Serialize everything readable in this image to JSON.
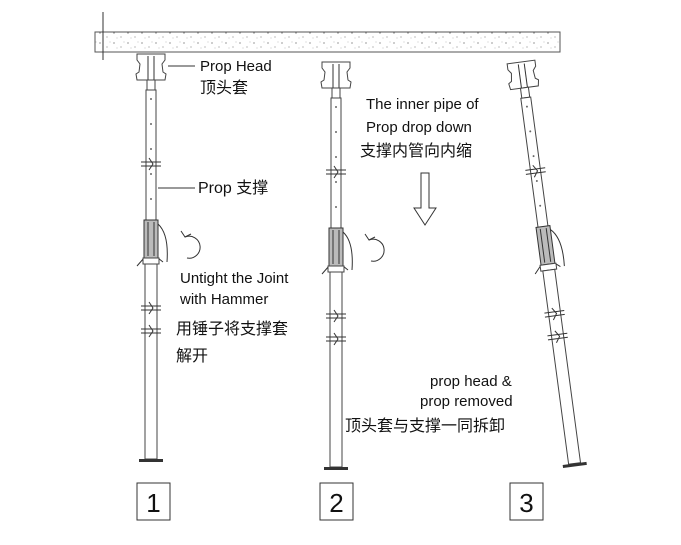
{
  "labels": {
    "prop_head_en": "Prop Head",
    "prop_head_cn": "顶头套",
    "prop_en": "Prop 支撑",
    "inner_pipe_1": "The inner pipe of",
    "inner_pipe_2": "Prop drop down",
    "inner_pipe_cn": "支撑内管向内缩",
    "untight_1": "Untight the Joint",
    "untight_2": "with Hammer",
    "untight_cn_1": "用锤子将支撑套",
    "untight_cn_2": "解开",
    "removed_1": "prop head &",
    "removed_2": "prop removed",
    "removed_cn": "顶头套与支撑一同拆卸"
  },
  "steps": [
    "1",
    "2",
    "3"
  ],
  "icons": [
    "rotate-ccw-icon",
    "arrow-down-icon"
  ]
}
